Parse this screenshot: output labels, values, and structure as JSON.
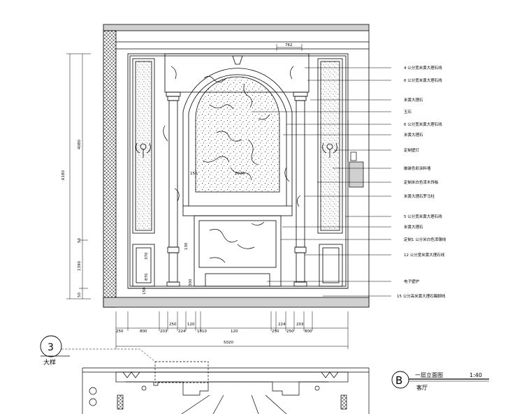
{
  "annotations": [
    "4 公分宽米黄大理石线",
    "6 公分宽米黄大理石线",
    "米黄大理石",
    "玉石",
    "6 公分宽米黄大理石线",
    "米黄大理石",
    "定制壁灯",
    "嵌装色彩涂料墙",
    "定制米白色漆木饰板",
    "米黄大理石罗马柱",
    "5 公分宽米黄大理石线",
    "米黄大理石",
    "定制1 公分米白色漆镶线",
    "12 公分宽米黄大理石线",
    "电子壁炉",
    "15 公分高米黄大理石踢脚线"
  ],
  "dims_bottom": [
    "250",
    "800",
    "203",
    "250",
    "224",
    "120",
    "1810",
    "120",
    "250",
    "224",
    "250",
    "203",
    "800"
  ],
  "total_width": "5020",
  "dims_left": [
    "6180",
    "4080",
    "50",
    "1390",
    "50"
  ],
  "dim_top": "762",
  "dims_inner": [
    "150",
    "2070",
    "370",
    "870",
    "130",
    "300",
    "150"
  ],
  "section_marker": "3",
  "section_label": "大样",
  "title_letter": "B",
  "title_main": "一层立面图",
  "title_sub": "客厅",
  "title_scale": "1:40"
}
